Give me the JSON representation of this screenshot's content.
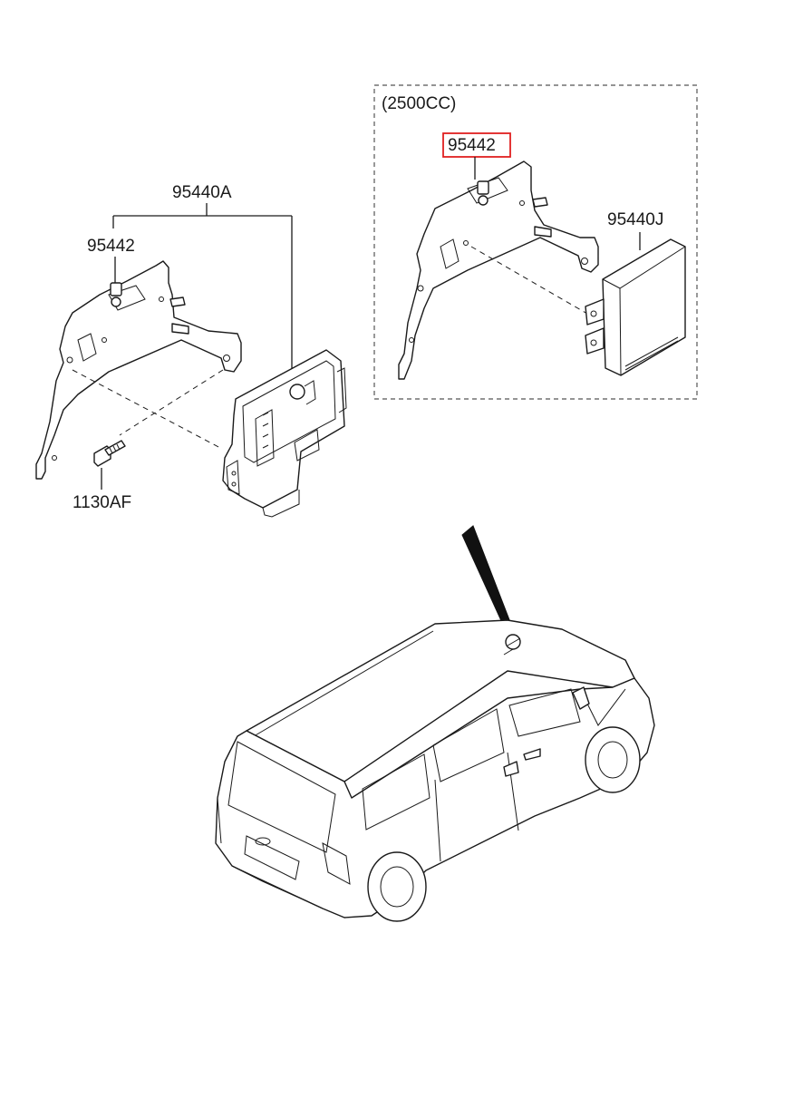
{
  "labels": {
    "ecu_assembly": "95440A",
    "bracket_left": "95442",
    "bolt": "1130AF",
    "variant": "(2500CC)",
    "bracket_right": "95442",
    "ecu_2500cc": "95440J"
  },
  "colors": {
    "line": "#1a1a1a",
    "highlight_box": "#e02020",
    "arrow_fill": "#111111"
  }
}
